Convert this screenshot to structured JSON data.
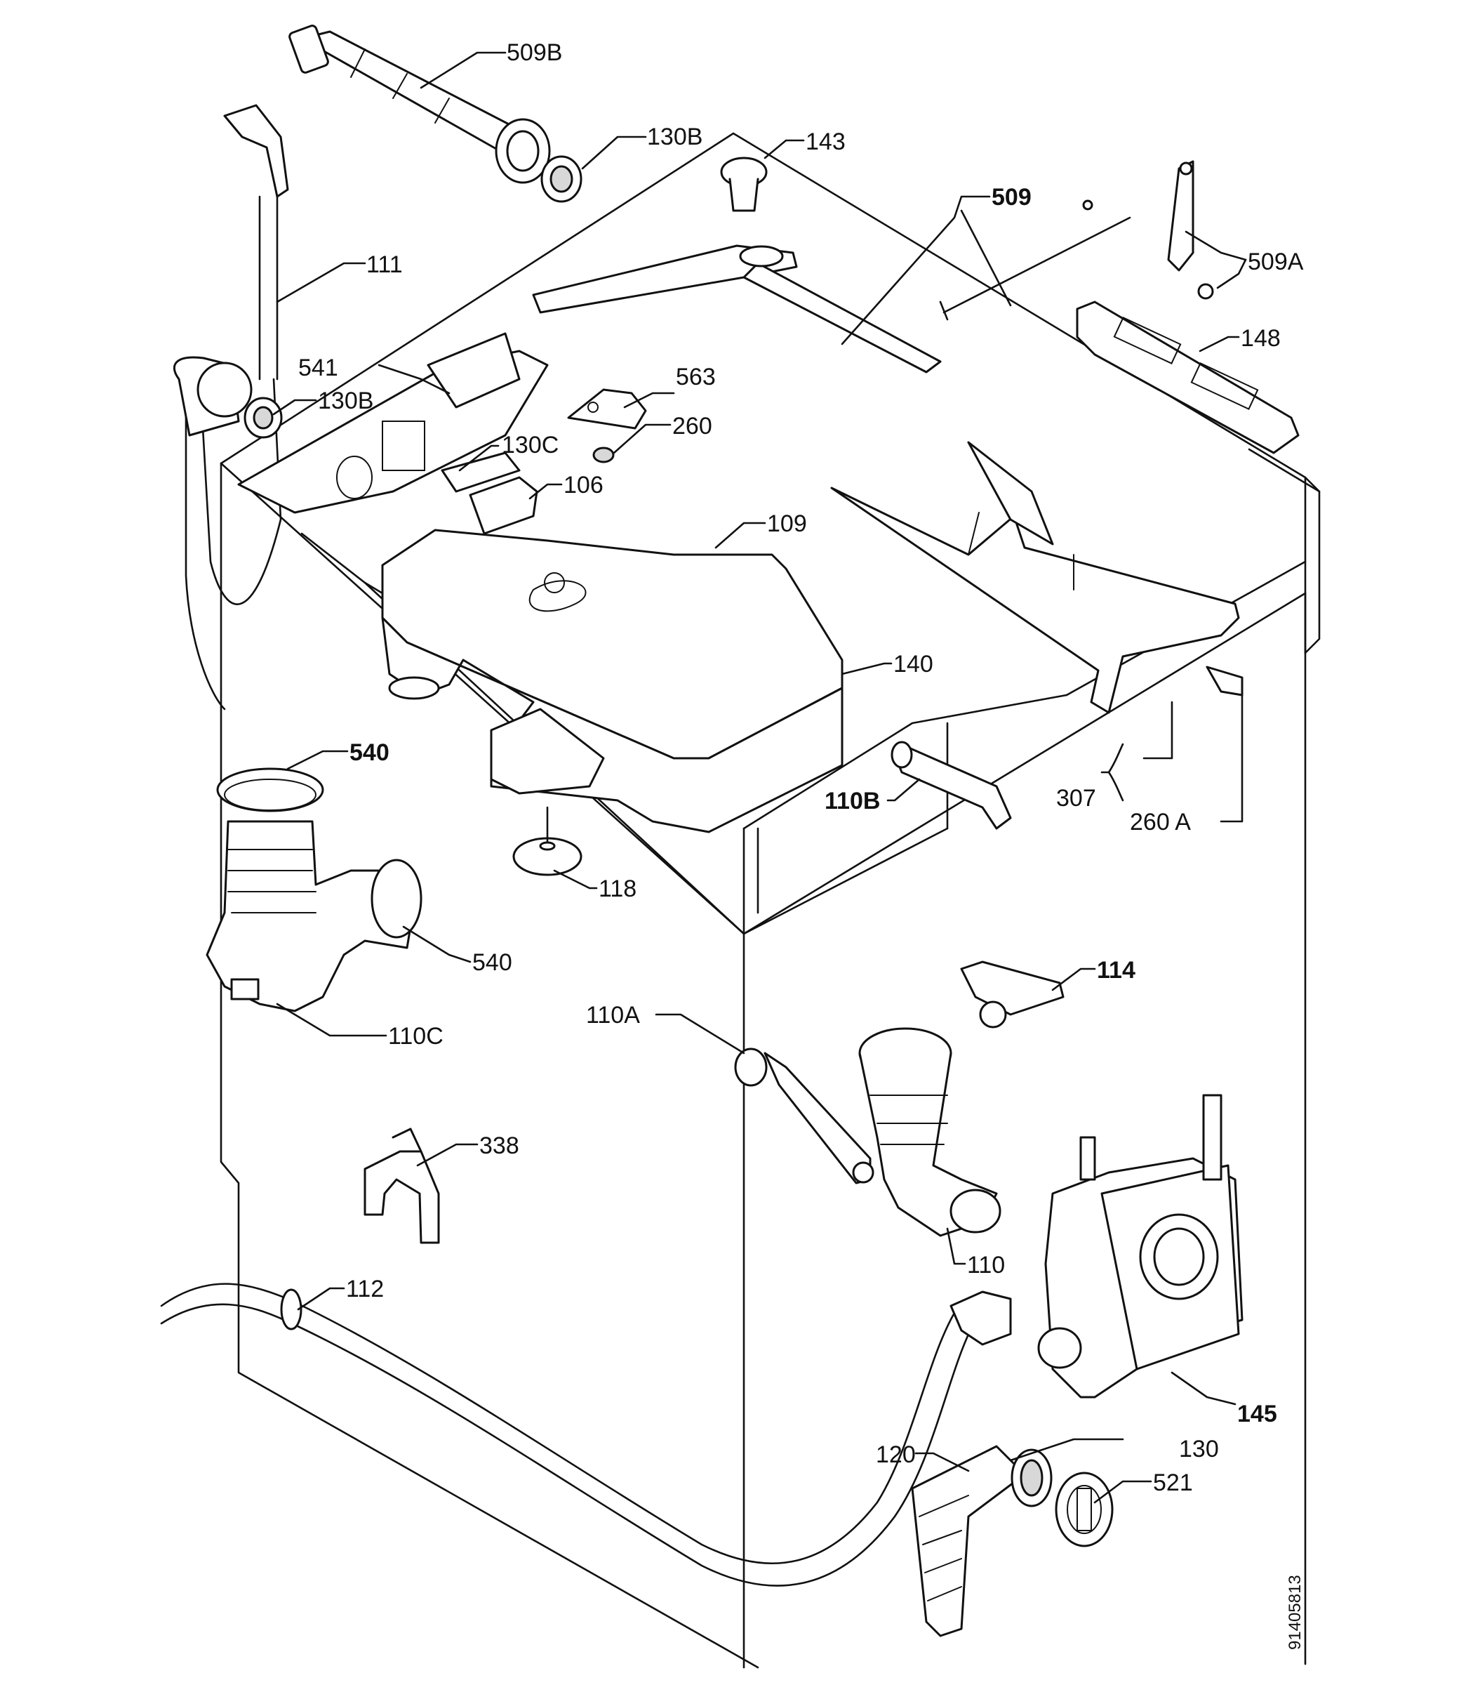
{
  "diagram": {
    "document_code": "91405813",
    "labels": [
      {
        "id": "509B",
        "text": "509B"
      },
      {
        "id": "130B-top",
        "text": "130B"
      },
      {
        "id": "143",
        "text": "143"
      },
      {
        "id": "509",
        "text": "509"
      },
      {
        "id": "509A",
        "text": "509A"
      },
      {
        "id": "111",
        "text": "111"
      },
      {
        "id": "148",
        "text": "148"
      },
      {
        "id": "541",
        "text": "541"
      },
      {
        "id": "130B",
        "text": "130B"
      },
      {
        "id": "563",
        "text": "563"
      },
      {
        "id": "260",
        "text": "260"
      },
      {
        "id": "130C",
        "text": "130C"
      },
      {
        "id": "106",
        "text": "106"
      },
      {
        "id": "109",
        "text": "109"
      },
      {
        "id": "140",
        "text": "140"
      },
      {
        "id": "540-top",
        "text": "540"
      },
      {
        "id": "110B",
        "text": "110B"
      },
      {
        "id": "307",
        "text": "307"
      },
      {
        "id": "260A",
        "text": "260 A"
      },
      {
        "id": "118",
        "text": "118"
      },
      {
        "id": "540-bottom",
        "text": "540"
      },
      {
        "id": "110C",
        "text": "110C"
      },
      {
        "id": "114",
        "text": "114"
      },
      {
        "id": "110A",
        "text": "110A"
      },
      {
        "id": "338",
        "text": "338"
      },
      {
        "id": "110",
        "text": "110"
      },
      {
        "id": "112",
        "text": "112"
      },
      {
        "id": "145",
        "text": "145"
      },
      {
        "id": "130",
        "text": "130"
      },
      {
        "id": "120",
        "text": "120"
      },
      {
        "id": "521",
        "text": "521"
      }
    ]
  }
}
